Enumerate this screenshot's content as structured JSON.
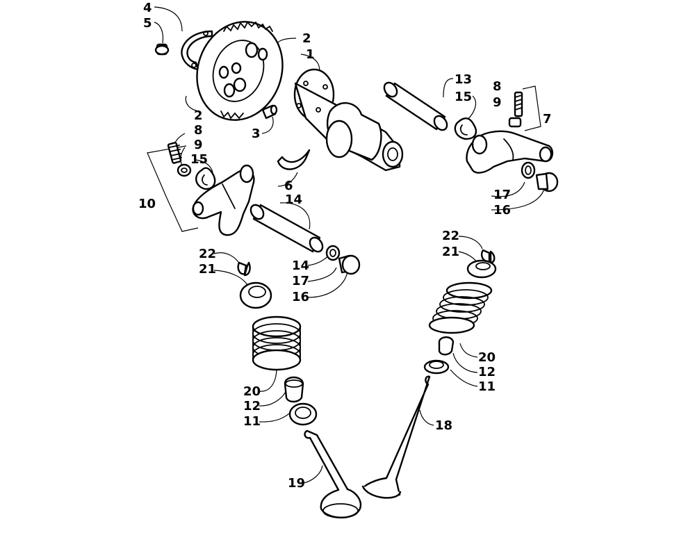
{
  "callouts": {
    "c4": "4",
    "c5": "5",
    "c2a": "2",
    "c1": "1",
    "c2b": "2",
    "c8a": "8",
    "c9a": "9",
    "c15a": "15",
    "c3": "3",
    "c13": "13",
    "c15b": "15",
    "c8b": "8",
    "c9b": "9",
    "c7": "7",
    "c10": "10",
    "c6": "6",
    "c14a": "14",
    "c17a": "17",
    "c16a": "16",
    "c22a": "22",
    "c21a": "21",
    "c14b": "14",
    "c17b": "17",
    "c16b": "16",
    "c22b": "22",
    "c21b": "21",
    "c20a": "20",
    "c12a": "12",
    "c11a": "11",
    "c20b": "20",
    "c12b": "12",
    "c11b": "11",
    "c18": "18",
    "c19": "19"
  }
}
